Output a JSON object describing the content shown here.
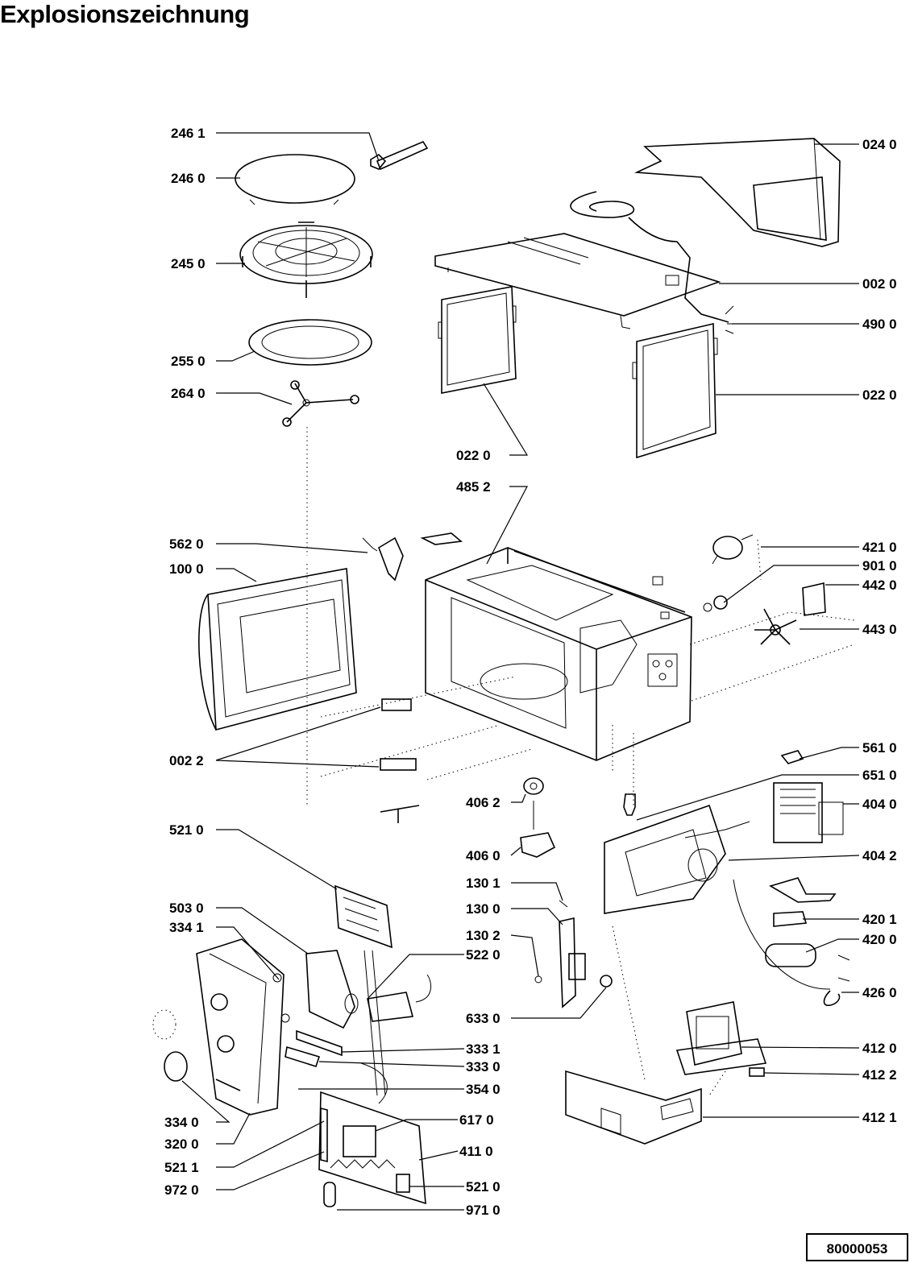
{
  "title": "Explosionszeichnung",
  "document_number": "80000053",
  "callouts": [
    "246 1",
    "246 0",
    "245 0",
    "255 0",
    "264 0",
    "024 0",
    "002 0",
    "490 0",
    "022 0",
    "022  0",
    "485  2",
    "562 0",
    "100 0",
    "421 0",
    "901 0",
    "442 0",
    "443 0",
    "002 2",
    "561 0",
    "651 0",
    "406 2",
    "404 0",
    "406 0",
    "404 2",
    "521 0",
    "130 1",
    "130 0",
    "420 1",
    "503 0",
    "334 1",
    "130 2",
    "420 0",
    "522 0",
    "426 0",
    "633 0",
    "333 1",
    "333 0",
    "412 0",
    "412 2",
    "354 0",
    "412 1",
    "334 0",
    "617 0",
    "320 0",
    "411 0",
    "521 1",
    "521 0",
    "972 0",
    "971 0"
  ]
}
